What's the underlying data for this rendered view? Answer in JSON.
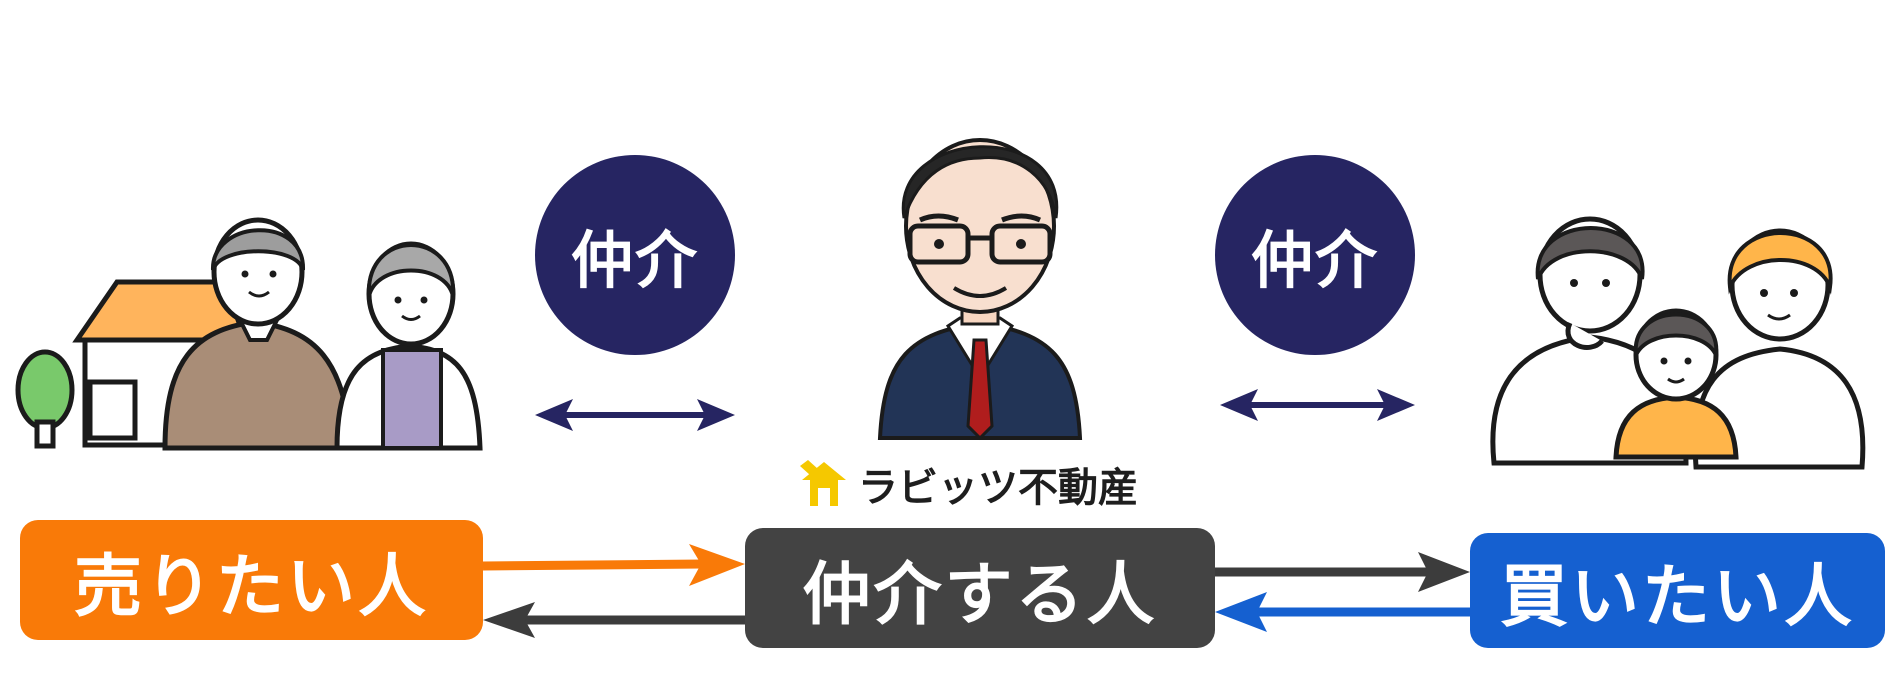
{
  "colors": {
    "navy": "#262562",
    "seller": "#f97a08",
    "agent": "#434343",
    "buyer": "#1560d0",
    "arrow_dark": "#3c3c3c",
    "arrow_orange": "#f97a08",
    "arrow_blue": "#1560d0",
    "brand_yellow": "#f5c800"
  },
  "circles": {
    "left": "仲介",
    "right": "仲介"
  },
  "brand": {
    "name": "ラビッツ不動産",
    "logo_icon": "house-logo-icon"
  },
  "boxes": {
    "seller": "売りたい人",
    "agent": "仲介する人",
    "buyer": "買いたい人"
  },
  "illustrations": {
    "left": "elderly-couple-with-house-icon",
    "center": "agent-portrait-icon",
    "right": "family-icon"
  }
}
